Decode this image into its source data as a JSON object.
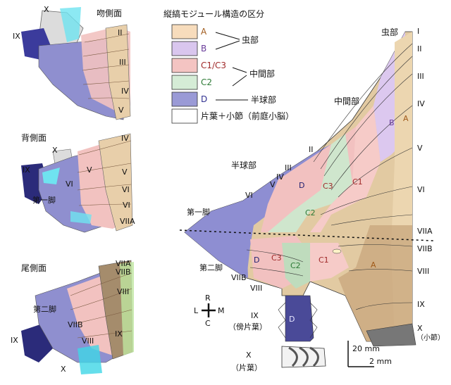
{
  "legend": {
    "title": "縦縞モジュール構造の区分",
    "items": [
      {
        "label": "A",
        "color": "#f7dcbc",
        "text_color": "#a05a1a"
      },
      {
        "label": "B",
        "color": "#d9c6ee",
        "text_color": "#6a3d9a"
      },
      {
        "label": "C1/C3",
        "color": "#f4c4c2",
        "text_color": "#a02a2a"
      },
      {
        "label": "C2",
        "color": "#d5ecd6",
        "text_color": "#2d7a36"
      },
      {
        "label": "D",
        "color": "#9a9ad6",
        "text_color": "#303090"
      },
      {
        "label": "片葉＋小節（前庭小脳）",
        "color": "#ffffff",
        "text_color": "#111111"
      }
    ],
    "group_vermis": "虫部",
    "group_paravermis": "中間部",
    "group_hemisphere": "半球部"
  },
  "views": {
    "rostral": {
      "title": "吻側面",
      "labels": [
        "X",
        "IX",
        "II",
        "III",
        "IV",
        "V"
      ]
    },
    "dorsal": {
      "title": "背側面",
      "labels": [
        "X",
        "IX",
        "IV",
        "V",
        "V",
        "VI",
        "VI",
        "第一脚",
        "VI",
        "VIIA"
      ]
    },
    "caudal": {
      "title": "尾側面",
      "labels": [
        "VIIA",
        "VIIB",
        "VIII",
        "第二脚",
        "VIIB",
        "VIII",
        "IX",
        "IX",
        "X"
      ]
    }
  },
  "flatmap": {
    "vermis_title": "虫部",
    "paravermis_title": "中間部",
    "hemisphere_title": "半球部",
    "lobules_right": [
      "I",
      "II",
      "III",
      "IV",
      "V",
      "VI",
      "VIIA",
      "VIIB",
      "VIII",
      "IX",
      "X",
      "（小節）"
    ],
    "lobules_left": [
      "II",
      "III",
      "IV",
      "V",
      "VI",
      "第一脚",
      "第二脚",
      "VIIB",
      "VIII",
      "IX",
      "（傍片葉）",
      "X",
      "（片葉）"
    ],
    "zone_labels": [
      "B",
      "A",
      "D",
      "C3",
      "C1",
      "C2",
      "D",
      "C3",
      "C2",
      "C1",
      "A",
      "D"
    ],
    "orientation": {
      "up": "R",
      "down": "C",
      "left": "L",
      "right": "M"
    },
    "scale": {
      "large": "20 mm",
      "small": "2 mm"
    }
  }
}
